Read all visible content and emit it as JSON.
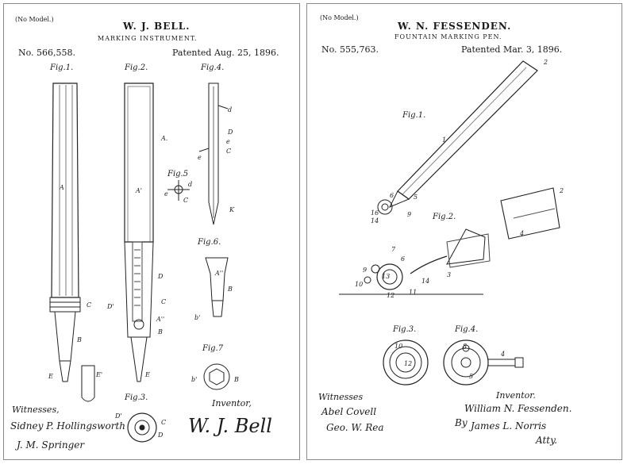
{
  "left": {
    "no_model": "(No Model.)",
    "inventor": "W. J. BELL.",
    "title": "MARKING INSTRUMENT.",
    "patent_no": "No. 566,558.",
    "patented": "Patented Aug. 25, 1896.",
    "figs": [
      "Fig.1.",
      "Fig.2.",
      "Fig.4.",
      "Fig.5",
      "Fig.6.",
      "Fig.7",
      "Fig.3."
    ],
    "labels": [
      "A",
      "C",
      "B",
      "E",
      "E'",
      "A.",
      "A'",
      "D",
      "C",
      "D'",
      "A''",
      "B",
      "E",
      "d",
      "D",
      "e",
      "C",
      "e",
      "K",
      "d",
      "e",
      "C",
      "A''",
      "B",
      "b'",
      "b'",
      "B",
      "D'",
      "C",
      "D"
    ],
    "witnesses_title": "Witnesses,",
    "witness_1": "Sidney P. Hollingsworth",
    "witness_2": "J. M. Springer",
    "inventor_title": "Inventor,",
    "inventor_signature": "W. J. Bell"
  },
  "right": {
    "no_model": "(No Model.)",
    "inventor": "W. N. FESSENDEN.",
    "title": "FOUNTAIN MARKING PEN.",
    "patent_no": "No. 555,763.",
    "patented": "Patented Mar. 3, 1896.",
    "figs": [
      "Fig.1.",
      "Fig.2.",
      "Fig.3.",
      "Fig.4."
    ],
    "labels": [
      "2",
      "1",
      "5",
      "6",
      "9",
      "16",
      "14",
      "2",
      "4",
      "7",
      "6",
      "13",
      "3",
      "14",
      "11",
      "12",
      "9",
      "10",
      "10",
      "12",
      "8",
      "5",
      "4"
    ],
    "witnesses_title": "Witnesses",
    "witness_1": "Abel Covell",
    "witness_2": "Geo. W. Rea",
    "inventor_title": "Inventor.",
    "inventor_name": "William N. Fessenden.",
    "by": "By",
    "attorney": "James L. Norris",
    "atty": "Atty."
  }
}
